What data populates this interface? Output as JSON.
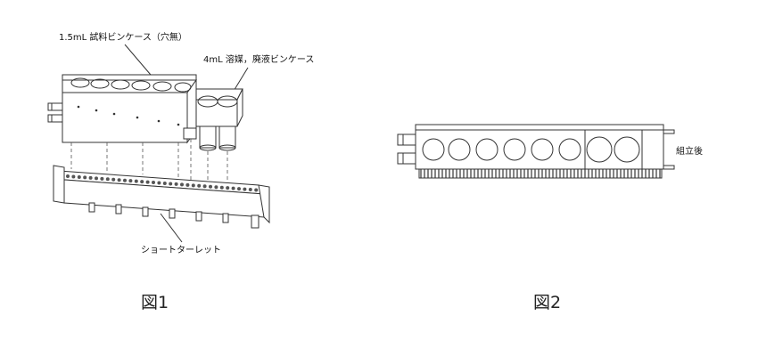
{
  "figure1": {
    "caption": "図1",
    "label_sample_case": "1.5mL 試料ビンケース（穴無）",
    "label_solvent_case": "4mL 溶媒，廃液ビンケース",
    "label_turret": "ショートターレット"
  },
  "figure2": {
    "caption": "図2",
    "label_assembled": "組立後"
  }
}
